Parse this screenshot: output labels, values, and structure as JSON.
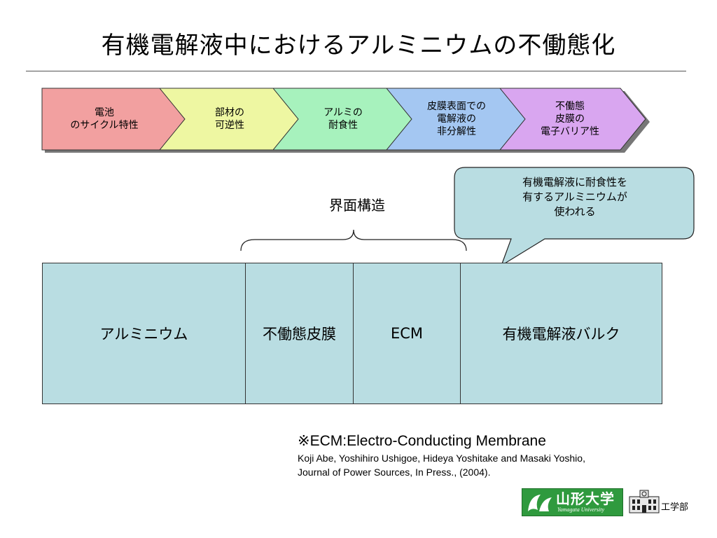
{
  "title": "有機電解液中におけるアルミニウムの不働態化",
  "process_steps": [
    {
      "label": "電池\nのサイクル特性",
      "color": "#f2a0a0"
    },
    {
      "label": "部材の\n可逆性",
      "color": "#eef7a2"
    },
    {
      "label": "アルミの\n耐食性",
      "color": "#a7f2bd"
    },
    {
      "label": "皮膜表面での\n電解液の\n非分解性",
      "color": "#a4c7f2"
    },
    {
      "label": "不働態\n皮膜の\n電子バリア性",
      "color": "#d9a6f0"
    }
  ],
  "callout": {
    "text": "有機電解液に耐食性を\n有するアルミニウムが\n使われる",
    "color": "#b9dde2"
  },
  "interface_label": "界面構造",
  "layers": [
    "アルミニウム",
    "不働態皮膜",
    "ECM",
    "有機電解液バルク"
  ],
  "note": {
    "main": "※ECM:Electro-Conducting Membrane",
    "citation": "Koji Abe, Yoshihiro Ushigoe, Hideya Yoshitake and Masaki Yoshio,\nJournal of Power Sources, In Press., (2004)."
  },
  "footer": {
    "university": "山形大学",
    "university_en": "Yamagata University",
    "faculty": "工学部",
    "logo_color": "#2f9a3e"
  }
}
